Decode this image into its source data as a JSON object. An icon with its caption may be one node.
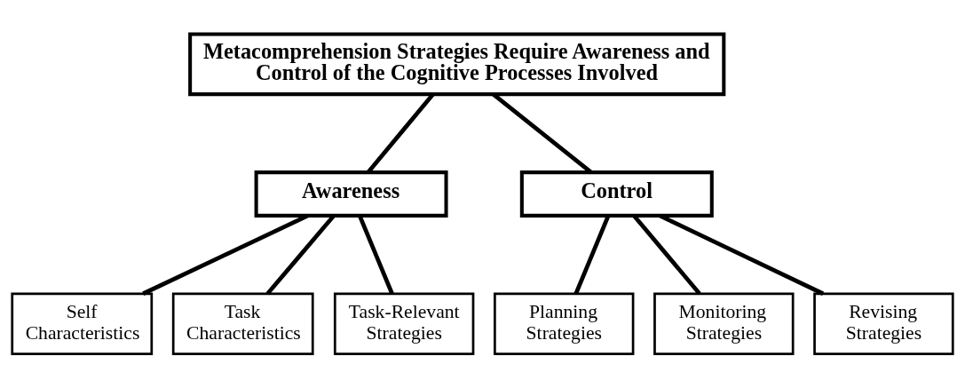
{
  "diagram": {
    "nodes": [
      {
        "text": [
          "Metacomprehension Strategies Require Awareness and Control of the Cognitive Processes Involved"
        ]
      },
      {
        "text": [
          "Awareness"
        ]
      },
      {
        "text": [
          "Control"
        ]
      },
      {
        "text": [
          "Self Characteristics"
        ]
      },
      {
        "text": [
          "Task Characteristics"
        ]
      },
      {
        "text": [
          "Task-Relevant Strategies"
        ]
      },
      {
        "text": [
          "Planning Strategies"
        ]
      },
      {
        "text": [
          "Monitoring Strategies"
        ]
      },
      {
        "text": [
          "Revising Strategies"
        ]
      }
    ],
    "edges": [
      {
        "from": 0,
        "to": 1,
        "arrow": "none"
      },
      {
        "from": 0,
        "to": 2,
        "arrow": "none"
      },
      {
        "from": 1,
        "to": 3,
        "arrow": "none"
      },
      {
        "from": 1,
        "to": 4,
        "arrow": "none"
      },
      {
        "from": 1,
        "to": 5,
        "arrow": "none"
      },
      {
        "from": 2,
        "to": 6,
        "arrow": "none"
      },
      {
        "from": 2,
        "to": 7,
        "arrow": "none"
      },
      {
        "from": 2,
        "to": 8,
        "arrow": "none"
      }
    ]
  }
}
